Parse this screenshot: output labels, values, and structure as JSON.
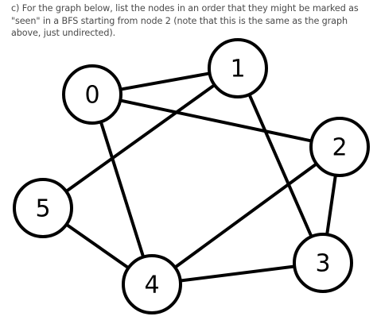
{
  "question": {
    "text": "c) For the graph below, list the nodes in an order that they might be marked as \"seen\" in a BFS starting from node 2 (note that this is the same as the graph above, just undirected)."
  },
  "graph": {
    "nodes": [
      {
        "id": "0",
        "label": "0"
      },
      {
        "id": "1",
        "label": "1"
      },
      {
        "id": "2",
        "label": "2"
      },
      {
        "id": "3",
        "label": "3"
      },
      {
        "id": "4",
        "label": "4"
      },
      {
        "id": "5",
        "label": "5"
      }
    ],
    "edges": [
      [
        "0",
        "1"
      ],
      [
        "0",
        "2"
      ],
      [
        "0",
        "4"
      ],
      [
        "1",
        "5"
      ],
      [
        "1",
        "3"
      ],
      [
        "2",
        "4"
      ],
      [
        "2",
        "3"
      ],
      [
        "4",
        "5"
      ],
      [
        "4",
        "3"
      ]
    ]
  }
}
